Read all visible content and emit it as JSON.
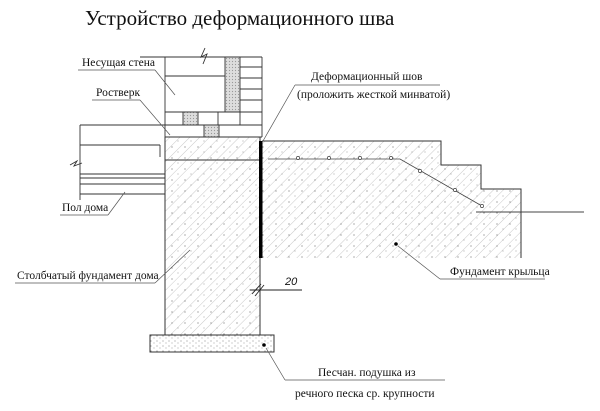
{
  "title": "Устройство деформационного шва",
  "labels": {
    "wall": "Несущая стена",
    "grillage": "Ростверк",
    "joint_line1": "Деформационный шов",
    "joint_line2": "(проложить жесткой минватой)",
    "floor": "Пол дома",
    "house_foundation": "Столбчатый фундамент дома",
    "porch_foundation": "Фундамент крыльца",
    "sand_line1": "Песчан. подушка из",
    "sand_line2": "речного песка ср. крупности"
  },
  "dimension": "20"
}
